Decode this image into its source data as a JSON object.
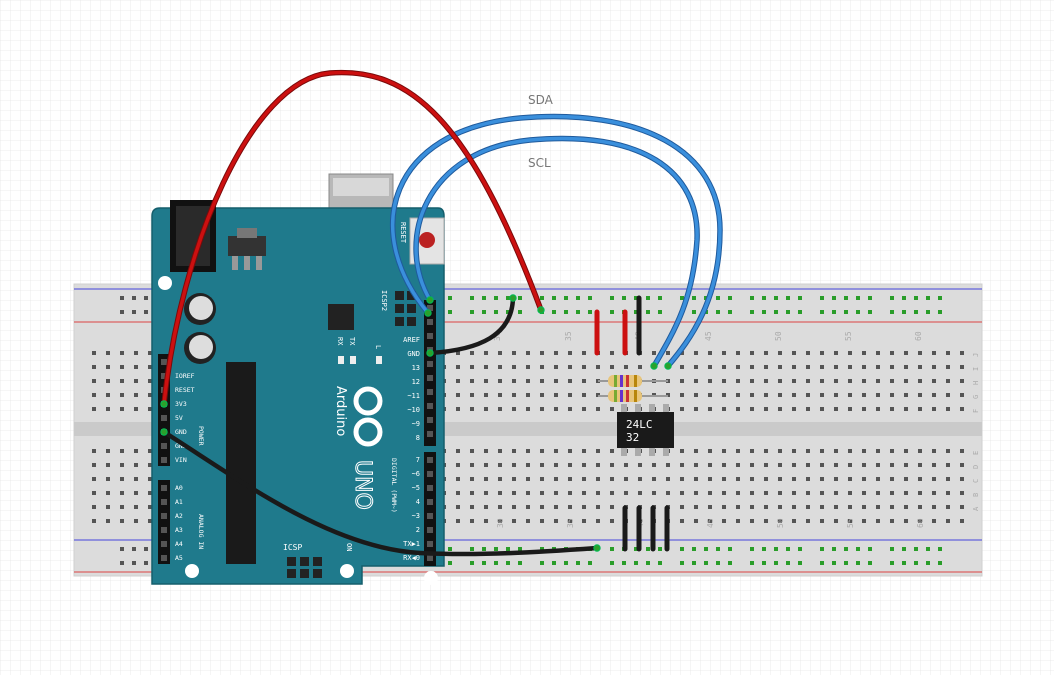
{
  "wire_labels": {
    "sda": "SDA",
    "scl": "SCL"
  },
  "breadboard": {
    "column_numbers": [
      "30",
      "35",
      "40",
      "45",
      "50",
      "55",
      "60"
    ],
    "row_letters_top": [
      "J",
      "I",
      "H",
      "G",
      "F"
    ],
    "row_letters_bottom": [
      "E",
      "D",
      "C",
      "B",
      "A"
    ]
  },
  "arduino": {
    "brand": "Arduino",
    "model": "UNO",
    "reset_label": "RESET",
    "icsp2_label": "ICSP2",
    "icsp_label": "ICSP",
    "on_label": "ON",
    "tx_label": "TX",
    "rx_label": "RX",
    "l_label": "L",
    "power_pins": [
      "IOREF",
      "RESET",
      "3V3",
      "5V",
      "GND",
      "GND",
      "VIN"
    ],
    "power_header_label": "POWER",
    "analog_pins": [
      "A0",
      "A1",
      "A2",
      "A3",
      "A4",
      "A5"
    ],
    "analog_header_label": "ANALOG IN",
    "digital_pins_top": [
      "AREF",
      "GND",
      "13",
      "12",
      "~11",
      "~10",
      "~9",
      "8"
    ],
    "digital_pins_bottom": [
      "7",
      "~6",
      "~5",
      "4",
      "~3",
      "2",
      "TX▶1",
      "RX◀0"
    ],
    "digital_header_label": "DIGITAL (PWM~)"
  },
  "chip": {
    "line1": "24LC",
    "line2": "32"
  },
  "colors": {
    "board": "#1f7a8c",
    "wire_red": "#cc1010",
    "wire_blue": "#3a8fdc",
    "wire_black": "#1a1a1a",
    "rail_red": "#d44",
    "rail_blue": "#44d"
  }
}
